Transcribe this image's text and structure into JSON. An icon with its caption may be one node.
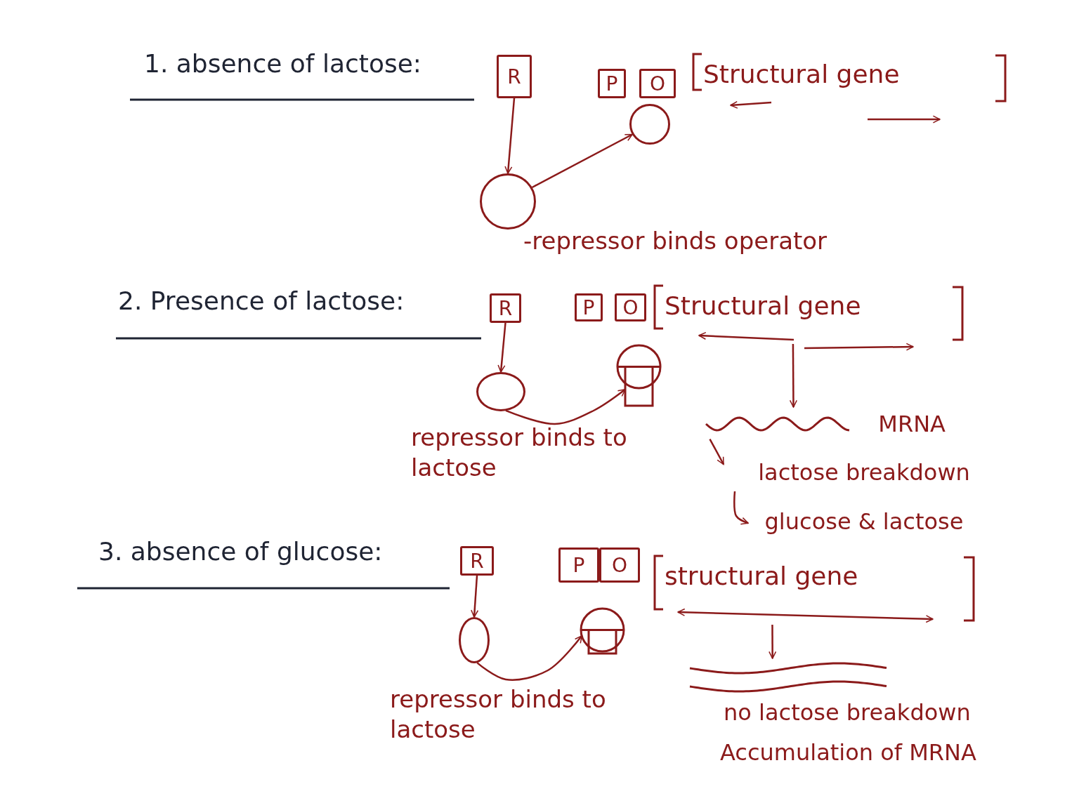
{
  "diagram": {
    "nodes": [
      {
        "text": [
          "R"
        ]
      },
      {
        "text": [
          "P"
        ]
      },
      {
        "text": [
          "O"
        ]
      },
      {
        "text": [
          "Structural gene"
        ]
      },
      {
        "text": [],
        "shape": "circle",
        "beside": [
          "-repressor binds operator"
        ]
      },
      {
        "text": [],
        "shape": "circle"
      },
      {
        "text": [
          "R"
        ]
      },
      {
        "text": [
          "P"
        ]
      },
      {
        "text": [
          "O"
        ]
      },
      {
        "text": [
          "Structural gene"
        ]
      },
      {
        "text": [],
        "shape": "circle",
        "beside": [
          "repressor binds to lactose"
        ]
      },
      {
        "text": [],
        "shape": "circle"
      },
      {
        "text": [
          "MRNA"
        ]
      },
      {
        "text": [
          "lactose breakdown"
        ]
      },
      {
        "text": [
          "glucose & lactose"
        ]
      },
      {
        "text": [
          "R"
        ]
      },
      {
        "text": [
          "P"
        ]
      },
      {
        "text": [
          "O"
        ]
      },
      {
        "text": [
          "structural gene"
        ]
      },
      {
        "text": [],
        "shape": "circle",
        "beside": [
          "repressor binds to lactose"
        ]
      },
      {
        "text": [],
        "shape": "circle"
      },
      {
        "text": [],
        "shape": "wave",
        "beside": [
          "no lactose breakdown",
          "Accumulation of MRNA"
        ]
      }
    ],
    "edges": [
      {
        "from": 0,
        "to": 4,
        "arrow": "to"
      },
      {
        "from": 4,
        "to": 5,
        "arrow": "to"
      },
      {
        "from": 6,
        "to": 10,
        "arrow": "to"
      },
      {
        "from": 10,
        "to": 11,
        "arrow": "to"
      },
      {
        "from": 9,
        "to": 12,
        "arrow": "to"
      },
      {
        "from": 12,
        "to": 13,
        "arrow": "to"
      },
      {
        "from": 13,
        "to": 14,
        "arrow": "to"
      },
      {
        "from": 15,
        "to": 19,
        "arrow": "to"
      },
      {
        "from": 19,
        "to": 20,
        "arrow": "to"
      },
      {
        "from": 18,
        "to": 21,
        "arrow": "to"
      }
    ],
    "labels": [
      "1. absence of lactose:",
      "2. Presence of lactose:",
      "3. absence of glucose:"
    ]
  }
}
